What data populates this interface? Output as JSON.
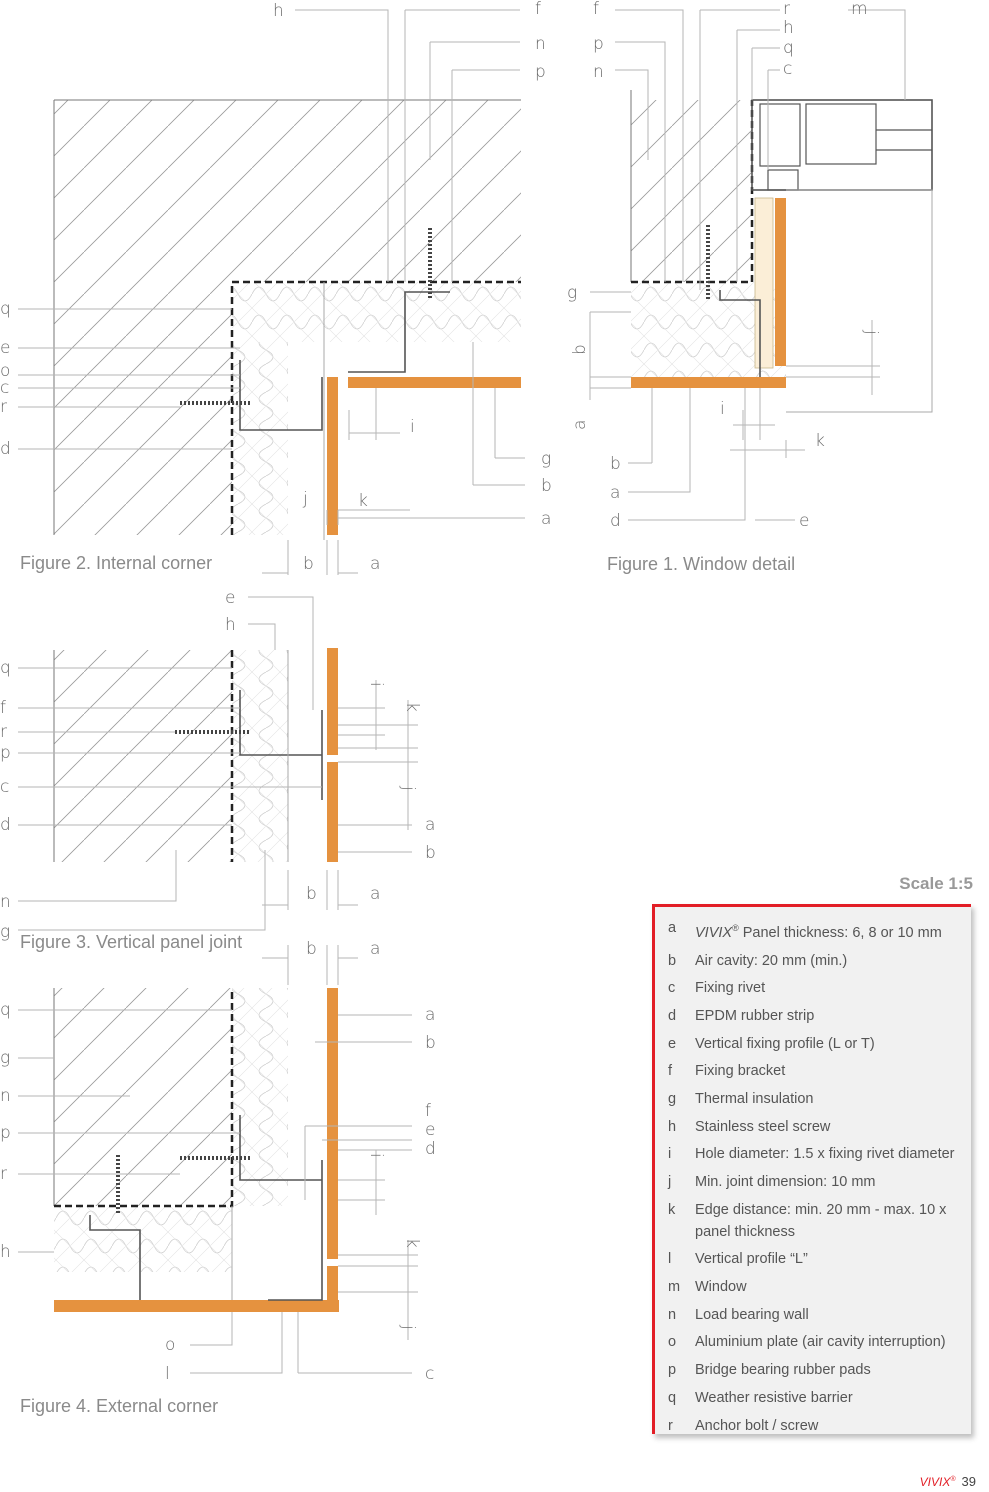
{
  "figures": {
    "fig1_caption": "Figure 1. Window detail",
    "fig2_caption": "Figure 2. Internal corner",
    "fig3_caption": "Figure 3. Vertical panel joint",
    "fig4_caption": "Figure 4. External corner"
  },
  "scale": "Scale 1:5",
  "legend": [
    {
      "key": "a",
      "pre": "VIVIX",
      "sup": "®",
      "text": " Panel thickness: 6, 8 or 10 mm"
    },
    {
      "key": "b",
      "text": "Air cavity: 20 mm (min.)"
    },
    {
      "key": "c",
      "text": "Fixing rivet"
    },
    {
      "key": "d",
      "text": "EPDM rubber strip"
    },
    {
      "key": "e",
      "text": "Vertical fixing profile (L or T)"
    },
    {
      "key": "f",
      "text": "Fixing bracket"
    },
    {
      "key": "g",
      "text": "Thermal insulation"
    },
    {
      "key": "h",
      "text": "Stainless steel screw"
    },
    {
      "key": "i",
      "text": "Hole diameter: 1.5 x fixing rivet diameter"
    },
    {
      "key": "j",
      "text": "Min. joint dimension: 10 mm"
    },
    {
      "key": "k",
      "text": "Edge distance: min. 20 mm - max. 10 x panel thickness"
    },
    {
      "key": "l",
      "text": "Vertical profile “L”"
    },
    {
      "key": "m",
      "text": "Window"
    },
    {
      "key": "n",
      "text": "Load bearing wall"
    },
    {
      "key": "o",
      "text": "Aluminium plate (air cavity interruption)"
    },
    {
      "key": "p",
      "text": "Bridge bearing rubber pads"
    },
    {
      "key": "q",
      "text": "Weather resistive barrier"
    },
    {
      "key": "r",
      "text": "Anchor bolt / screw"
    }
  ],
  "footer": {
    "brand": "VIVIX",
    "reg": "®",
    "page": "39"
  },
  "colors": {
    "panel": "#e5923f",
    "accent": "#e21e26"
  }
}
